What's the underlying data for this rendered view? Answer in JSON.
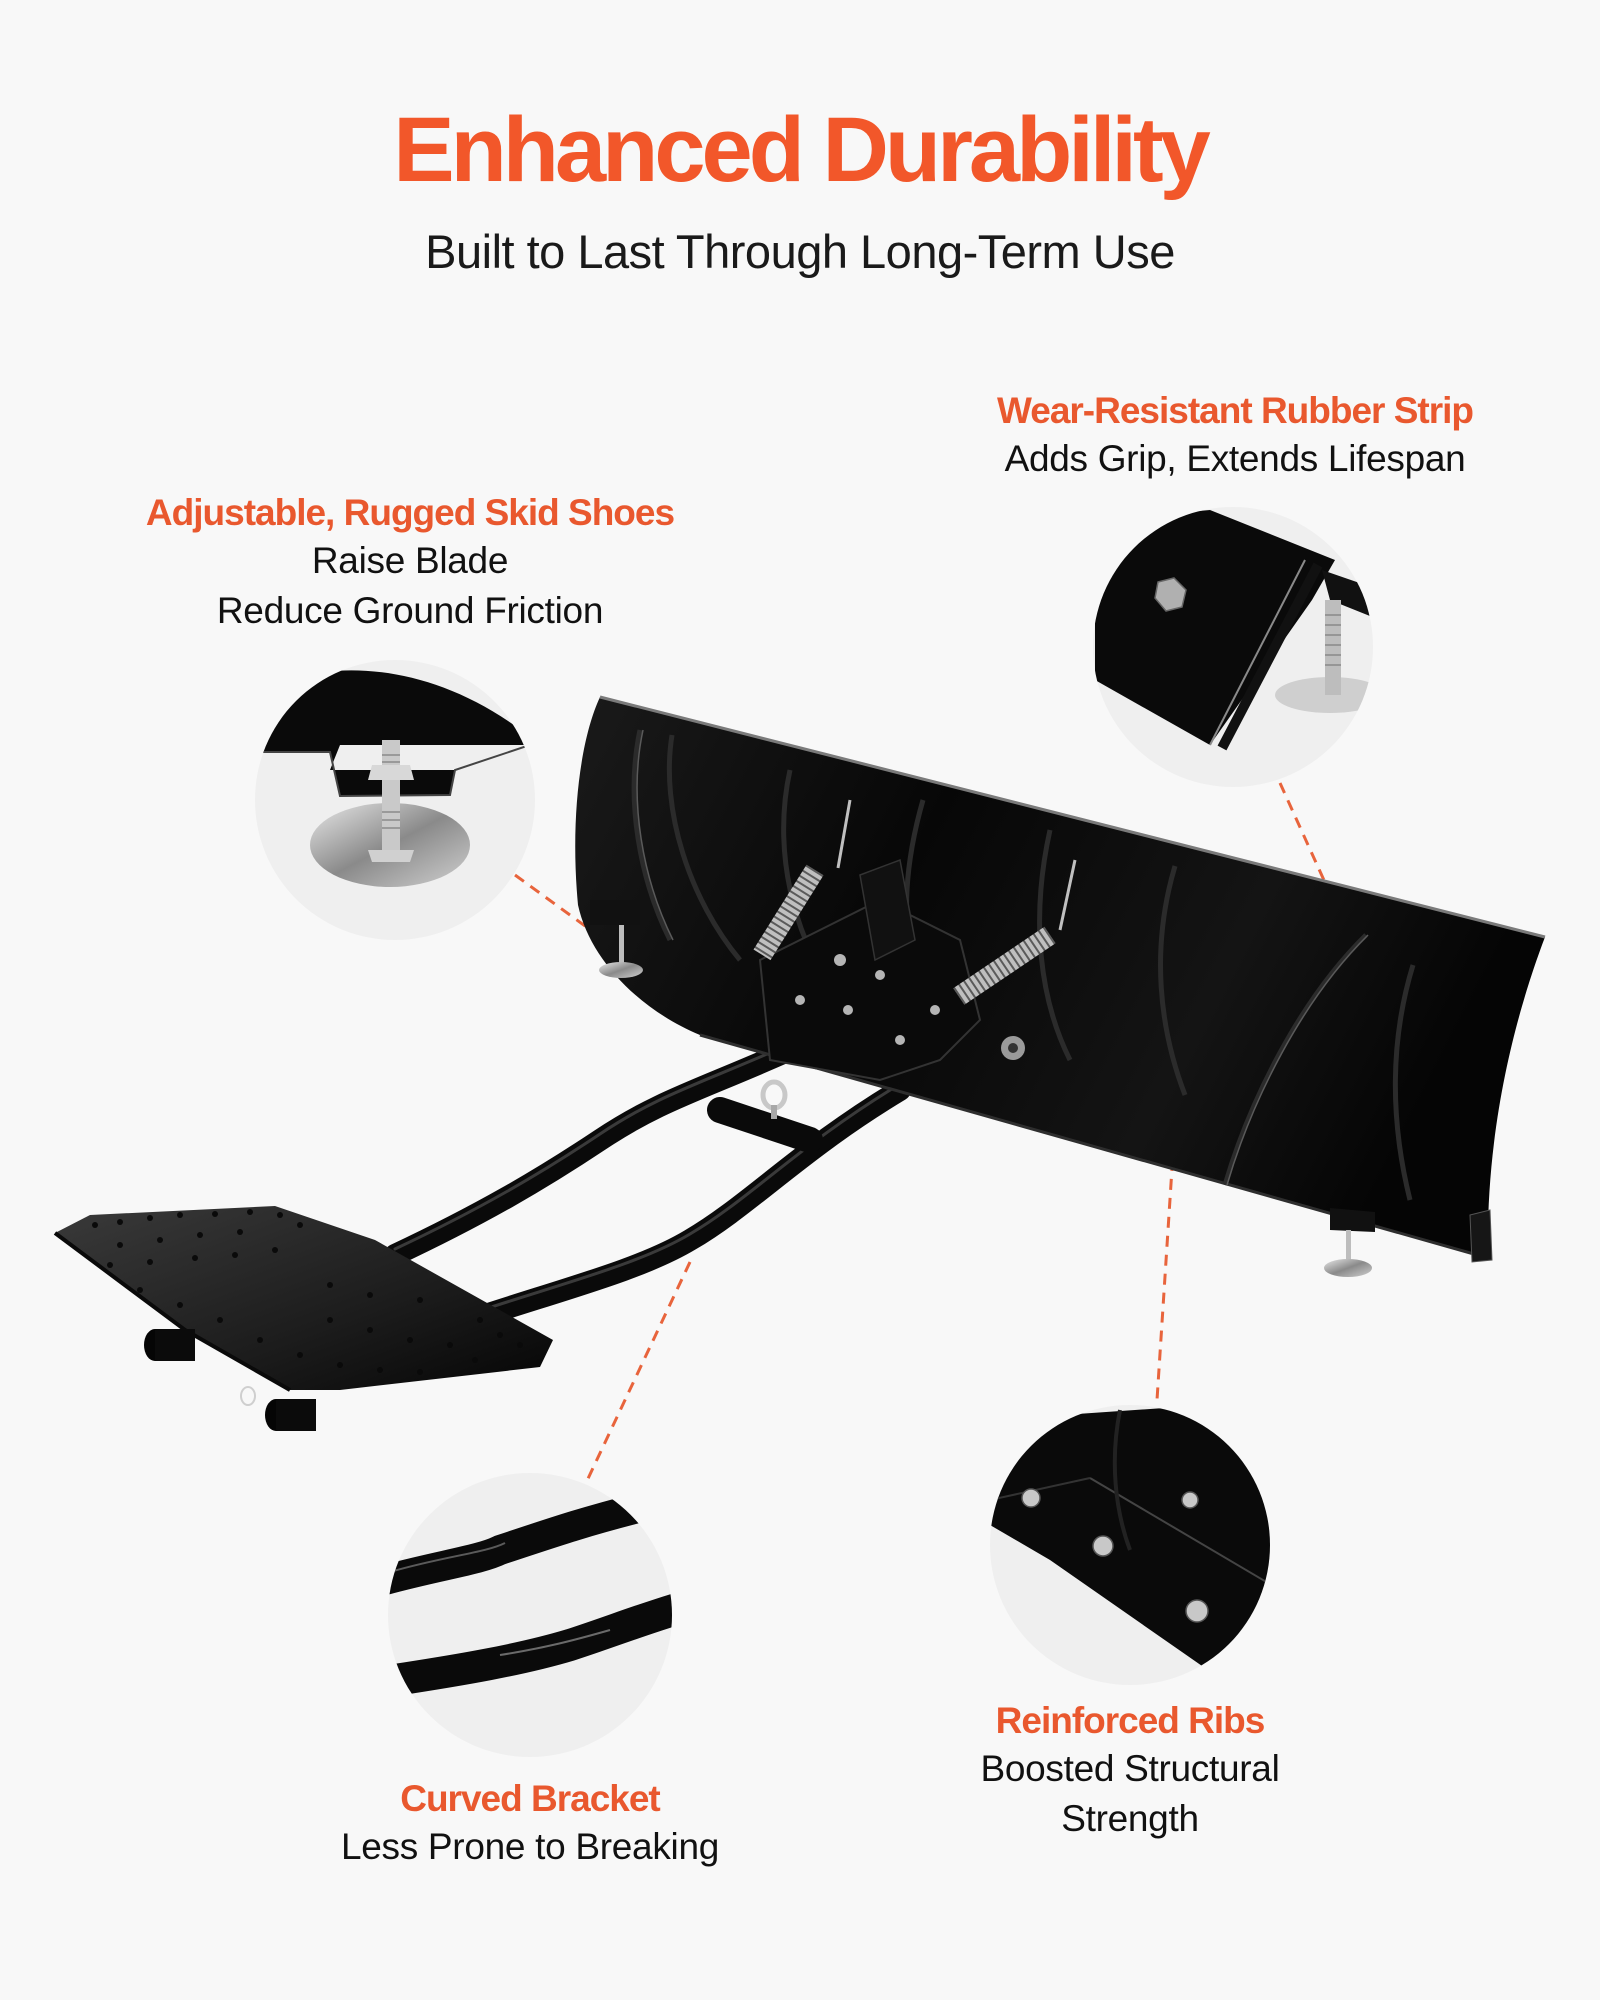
{
  "header": {
    "title": "Enhanced Durability",
    "subtitle": "Built to Last Through Long-Term Use"
  },
  "colors": {
    "accent": "#f2572a",
    "callout_heading": "#e9582e",
    "dash": "#e8643c",
    "background": "#f8f8f8",
    "circle_fill": "#efefef",
    "steel_black": "#0b0b0b"
  },
  "callouts": {
    "rubber_strip": {
      "heading": "Wear-Resistant Rubber Strip",
      "line1": "Adds Grip, Extends Lifespan",
      "icon": "rubber-strip-closeup"
    },
    "skid_shoes": {
      "heading": "Adjustable, Rugged Skid Shoes",
      "line1": "Raise Blade",
      "line2": "Reduce Ground Friction",
      "icon": "skid-shoe-closeup"
    },
    "curved_bracket": {
      "heading": "Curved Bracket",
      "line1": "Less Prone to Breaking",
      "icon": "curved-bracket-closeup"
    },
    "reinforced_ribs": {
      "heading": "Reinforced Ribs",
      "line1": "Boosted Structural",
      "line2": "Strength",
      "icon": "reinforced-ribs-closeup"
    }
  },
  "product": {
    "name": "snow-plow-blade-kit",
    "parts": [
      "blade",
      "spring-assemblies",
      "pivot-mount",
      "push-tube-frame",
      "mounting-plate",
      "skid-shoes"
    ]
  }
}
